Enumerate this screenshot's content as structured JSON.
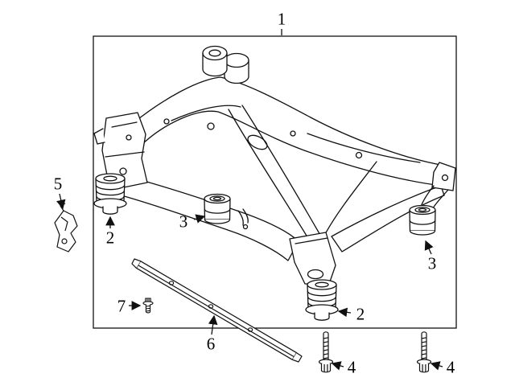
{
  "diagram": {
    "background_color": "#ffffff",
    "line_color": "#111111"
  },
  "callouts": [
    {
      "label": "1"
    },
    {
      "label": "2"
    },
    {
      "label": "2"
    },
    {
      "label": "3"
    },
    {
      "label": "3"
    },
    {
      "label": "4"
    },
    {
      "label": "4"
    },
    {
      "label": "5"
    },
    {
      "label": "6"
    },
    {
      "label": "7"
    }
  ]
}
